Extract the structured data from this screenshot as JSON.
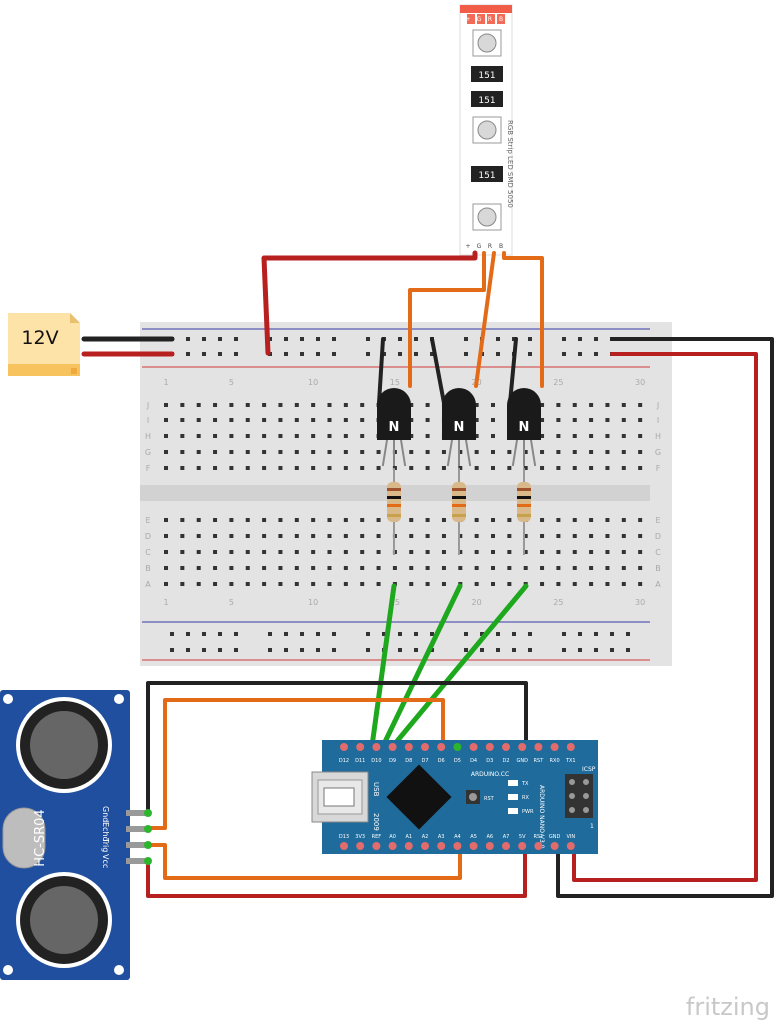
{
  "power_supply": {
    "label": "12V"
  },
  "led_strip": {
    "title": "RGB Strip LED SMD 5050",
    "top_pins": [
      "+",
      "G",
      "R",
      "B"
    ],
    "bottom_pins": [
      "+",
      "G",
      "R",
      "B"
    ],
    "resistor_codes": [
      "151",
      "151",
      "151"
    ]
  },
  "breadboard": {
    "row_letters_top": [
      "J",
      "I",
      "H",
      "G",
      "F"
    ],
    "row_letters_bottom": [
      "E",
      "D",
      "C",
      "B",
      "A"
    ],
    "column_numbers": [
      "1",
      "5",
      "10",
      "15",
      "20",
      "25",
      "30"
    ]
  },
  "transistors": [
    {
      "label": "N"
    },
    {
      "label": "N"
    },
    {
      "label": "N"
    }
  ],
  "sensor": {
    "name": "HC-SR04",
    "pins": [
      "Gnd",
      "Echo",
      "Trig",
      "Vcc"
    ]
  },
  "arduino": {
    "top_pins": [
      "D12",
      "D11",
      "D10",
      "D9",
      "D8",
      "D7",
      "D6",
      "D5",
      "D4",
      "D3",
      "D2",
      "GND",
      "RST",
      "RX0",
      "TX1"
    ],
    "bottom_pins": [
      "D13",
      "3V3",
      "REF",
      "A0",
      "A1",
      "A2",
      "A3",
      "A4",
      "A5",
      "A6",
      "A7",
      "5V",
      "RST",
      "GND",
      "VIN"
    ],
    "usb_label": "USB",
    "year": "2009",
    "brand": "ARDUINO.CC",
    "model": "ARDUINO NANO V3.0",
    "icsp": "ICSP",
    "rst": "RST",
    "leds": [
      "TX",
      "RX",
      "PWR"
    ],
    "icsp_pin1": "1"
  },
  "watermark": "fritzing"
}
